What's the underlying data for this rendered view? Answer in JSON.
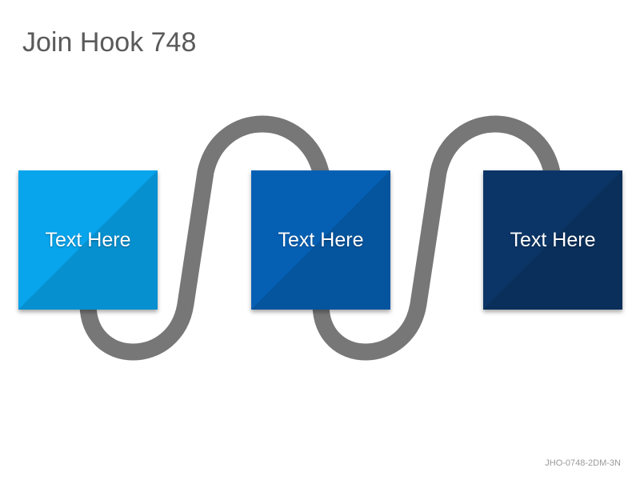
{
  "title": "Join Hook 748",
  "boxes": [
    {
      "label": "Text Here",
      "color": "#08a4ec"
    },
    {
      "label": "Text Here",
      "color": "#0560b4"
    },
    {
      "label": "Text Here",
      "color": "#0b3566"
    }
  ],
  "connector_color": "#777777",
  "footer_code": "JHO-0748-2DM-3N"
}
